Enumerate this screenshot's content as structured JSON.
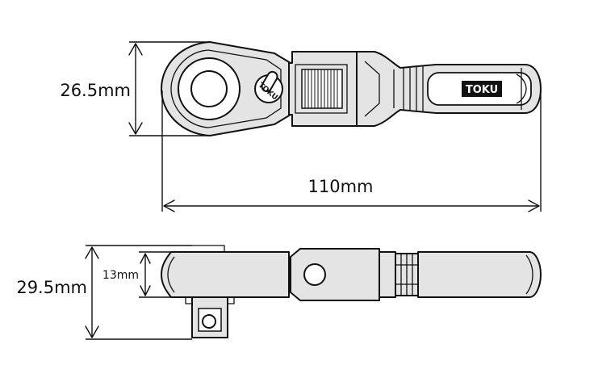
{
  "dimensions": {
    "height_top": "26.5mm",
    "length": "110mm",
    "height_side": "29.5mm",
    "inner_height": "13mm"
  },
  "brand": {
    "handle_logo": "TOKU",
    "head_mark": "TOKU"
  },
  "colors": {
    "line": "#111111",
    "fill_light": "#e4e4e4",
    "fill_white": "#ffffff"
  }
}
